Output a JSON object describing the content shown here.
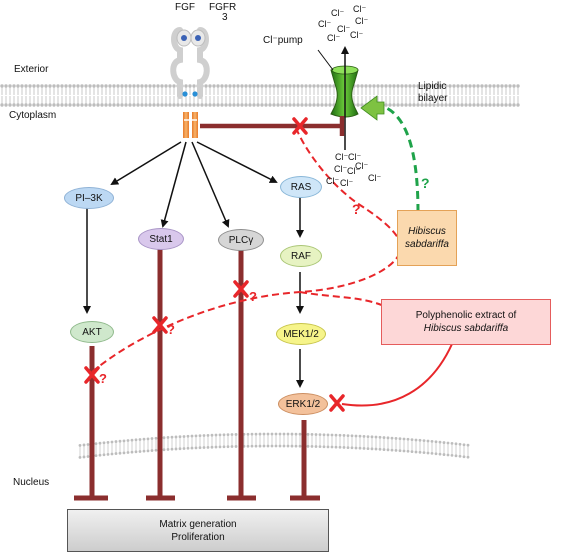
{
  "labels": {
    "fgf": "FGF",
    "fgfr_line1": "FGFR",
    "fgfr_line2": "3",
    "exterior": "Exterior",
    "cytoplasm": "Cytoplasm",
    "nucleus": "Nucleus",
    "cl_pump": "Cl⁻pump",
    "lipidic_line1": "Lipidic",
    "lipidic_line2": "bilayer",
    "cl_ion": "Cl⁻"
  },
  "nodes": {
    "pi3k": "PI–3K",
    "stat1": "Stat1",
    "plcg": "PLCγ",
    "ras": "RAS",
    "raf": "RAF",
    "mek": "MEK1/2",
    "erk": "ERK1/2",
    "akt": "AKT"
  },
  "boxes": {
    "hibiscus_line1": "Hibiscus",
    "hibiscus_line2": "sabdariffa",
    "extract_line1": "Polyphenolic extract of",
    "extract_line2": "Hibiscus sabdariffa",
    "output_line1": "Matrix generation",
    "output_line2": "Proliferation"
  },
  "marks": {
    "question": "?"
  },
  "colors": {
    "inhibit_line": "#8b2e2e",
    "red_dashed": "#e8262a",
    "green_dashed": "#1fa34a",
    "membrane": "#bdbdbd",
    "pi3k_fill": "#bcd8f3",
    "stat1_fill": "#d9c8ec",
    "plcg_fill": "#d6d6d6",
    "ras_fill": "#cfe6f8",
    "raf_fill": "#e7f3c2",
    "mek_fill": "#f6f48a",
    "erk_fill": "#f3c19b",
    "akt_fill": "#cfe8cc",
    "hibiscus_fill": "#fbd9ae",
    "extract_fill": "#fdd7d7",
    "output_fill": "#dcdcdc"
  }
}
